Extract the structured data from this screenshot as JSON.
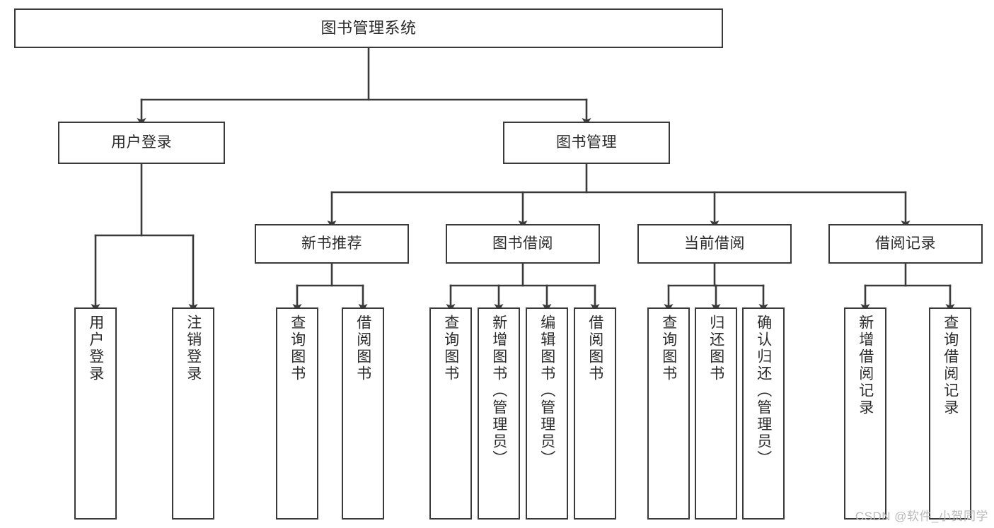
{
  "diagram": {
    "title": "图书管理系统",
    "watermark": "CSDN @软件_小贺同学",
    "accent_color": "#3a3a3a",
    "background": "#ffffff",
    "type": "tree-hierarchy"
  },
  "nodes": {
    "root": {
      "label": "图书管理系统"
    },
    "level1": [
      {
        "id": "user-login",
        "label": "用户登录"
      },
      {
        "id": "book-manage",
        "label": "图书管理"
      }
    ],
    "level2": [
      {
        "id": "new-book-rec",
        "label": "新书推荐"
      },
      {
        "id": "book-borrow",
        "label": "图书借阅"
      },
      {
        "id": "current-borrow",
        "label": "当前借阅"
      },
      {
        "id": "borrow-record",
        "label": "借阅记录"
      }
    ],
    "leaves": [
      {
        "id": "leaf-user-login",
        "label": "用户登录",
        "parent": "user-login"
      },
      {
        "id": "leaf-user-logout",
        "label": "注销登录",
        "parent": "user-login"
      },
      {
        "id": "leaf-query-book-1",
        "label": "查询图书",
        "parent": "new-book-rec"
      },
      {
        "id": "leaf-borrow-book-1",
        "label": "借阅图书",
        "parent": "new-book-rec"
      },
      {
        "id": "leaf-query-book-2",
        "label": "查询图书",
        "parent": "book-borrow"
      },
      {
        "id": "leaf-add-book",
        "label": "新增图书（管理员）",
        "parent": "book-borrow"
      },
      {
        "id": "leaf-edit-book",
        "label": "编辑图书（管理员）",
        "parent": "book-borrow"
      },
      {
        "id": "leaf-borrow-book-2",
        "label": "借阅图书",
        "parent": "book-borrow"
      },
      {
        "id": "leaf-query-book-3",
        "label": "查询图书",
        "parent": "current-borrow"
      },
      {
        "id": "leaf-return-book",
        "label": "归还图书",
        "parent": "current-borrow"
      },
      {
        "id": "leaf-confirm-return",
        "label": "确认归还（管理员）",
        "parent": "current-borrow"
      },
      {
        "id": "leaf-add-record",
        "label": "新增借阅记录",
        "parent": "borrow-record"
      },
      {
        "id": "leaf-query-record",
        "label": "查询借阅记录",
        "parent": "borrow-record"
      }
    ]
  }
}
